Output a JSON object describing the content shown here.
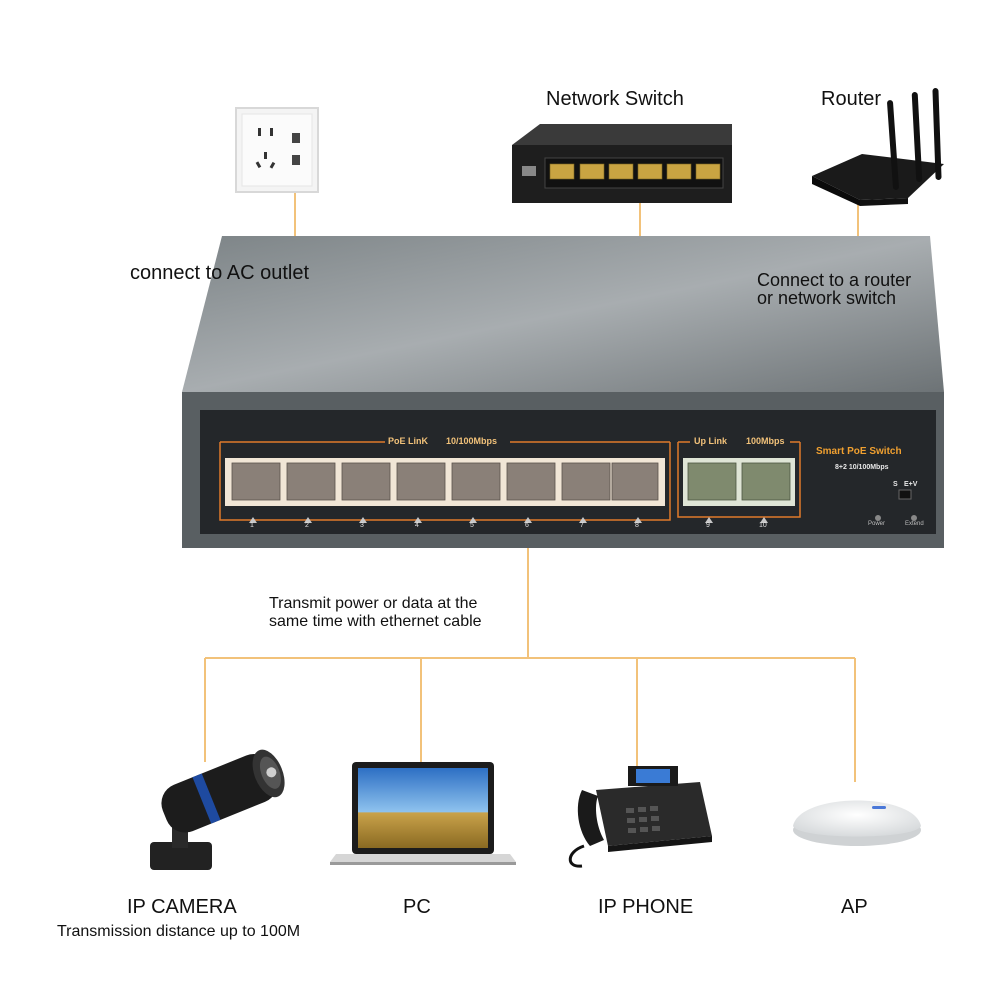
{
  "labels": {
    "network_switch": "Network Switch",
    "router": "Router",
    "ac_outlet": "connect to AC outlet",
    "uplink_line1": "Connect to a router",
    "uplink_line2": "or network switch",
    "transmit_line1": "Transmit power or data at the",
    "transmit_line2": "same time with ethernet cable"
  },
  "switch": {
    "poe_link": "PoE LinK",
    "poe_speed": "10/100Mbps",
    "up_link": "Up Link",
    "up_speed": "100Mbps",
    "brand": "Smart PoE Switch",
    "spec": "8+2 10/100Mbps",
    "mode_s": "S",
    "mode_ev": "E+V",
    "power": "Power",
    "extend": "Extend",
    "port_numbers": [
      "1",
      "2",
      "3",
      "4",
      "5",
      "6",
      "7",
      "8",
      "9",
      "10"
    ]
  },
  "devices": [
    {
      "name": "IP CAMERA",
      "sub": "Transmission distance up to 100M"
    },
    {
      "name": "PC"
    },
    {
      "name": "IP PHONE"
    },
    {
      "name": "AP"
    }
  ],
  "colors": {
    "cable": "#f2c27a",
    "switch_body": "#5e6467",
    "panel_border": "#e07a2a",
    "brand_text": "#f0a030"
  },
  "icons": [
    "ac-outlet-icon",
    "network-switch-icon",
    "router-icon",
    "ip-camera-icon",
    "laptop-icon",
    "ip-phone-icon",
    "access-point-icon"
  ]
}
